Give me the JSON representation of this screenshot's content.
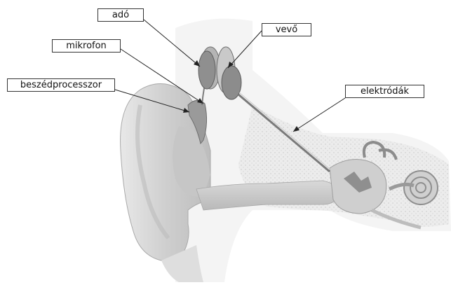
{
  "labels": {
    "ado": "adó",
    "vevo": "vevő",
    "mikrofon": "mikrofon",
    "beszedprocesszor": "beszédprocesszor",
    "elektrodak": "elektródák"
  },
  "colors": {
    "skin": "#d6d6d6",
    "skin_shadow": "#b7b7b7",
    "bone": "#e9e9e9",
    "device": "#8a8a8a",
    "line": "#222222"
  }
}
